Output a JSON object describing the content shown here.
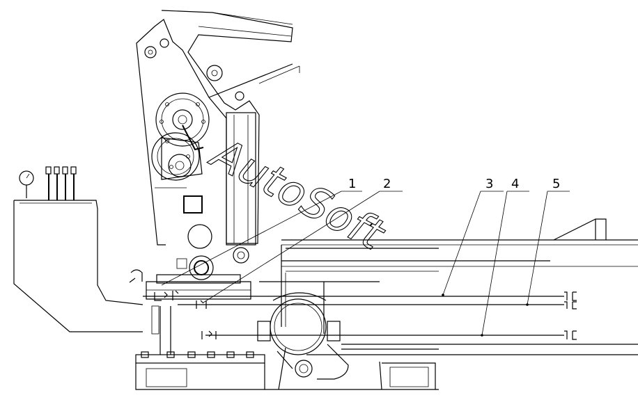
{
  "diagram": {
    "callouts": [
      {
        "id": "1",
        "label": "1"
      },
      {
        "id": "2",
        "label": "2"
      },
      {
        "id": "3",
        "label": "3"
      },
      {
        "id": "4",
        "label": "4"
      },
      {
        "id": "5",
        "label": "5"
      }
    ],
    "watermark": "AutoSoft"
  },
  "colors": {
    "line": "#000000",
    "background": "#ffffff"
  }
}
